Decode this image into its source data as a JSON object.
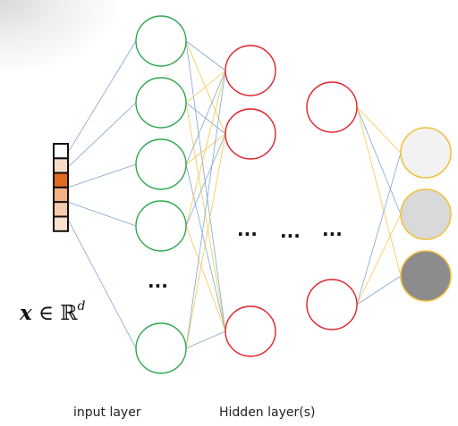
{
  "labels": {
    "input_layer": "input layer",
    "hidden_layers": "Hidden layer(s)"
  },
  "formula": {
    "symbol": "x",
    "relation": "∈",
    "space": "ℝ",
    "exponent": "d"
  },
  "ellipsis": "···",
  "colors": {
    "input_node": "#2fa84f",
    "hidden_node": "#e0202a",
    "output_stroke": "#f0c040",
    "edge_blue": "#7fa6cc",
    "edge_gold": "#f3c84a",
    "vector_cells": [
      "#ffffff",
      "#f9dcc6",
      "#e06a22",
      "#f4b183",
      "#f8cbad",
      "#fbe0cf"
    ],
    "output_fills": [
      "#f2f2f2",
      "#d9d9d9",
      "#8c8c8c"
    ]
  }
}
